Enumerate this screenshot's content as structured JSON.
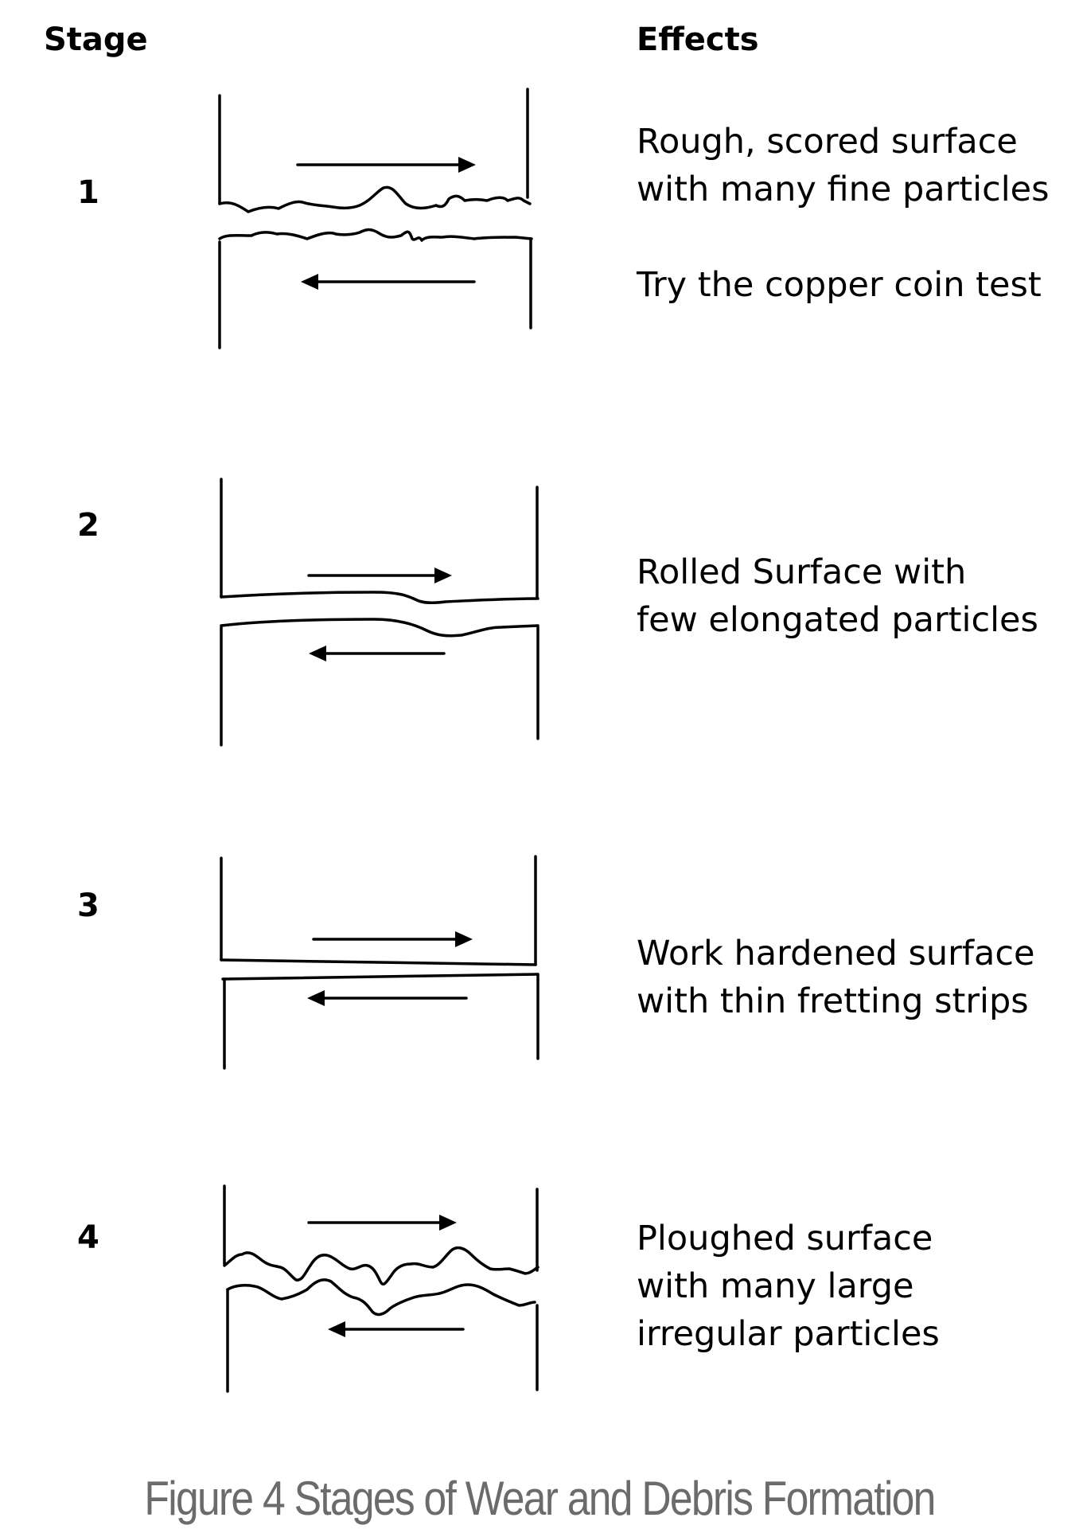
{
  "headers": {
    "stage": "Stage",
    "effects": "Effects"
  },
  "stages": [
    {
      "number": "1",
      "effect_lines": [
        "Rough, scored surface",
        "with many fine particles"
      ],
      "extra_lines": [
        "Try the copper coin test"
      ]
    },
    {
      "number": "2",
      "effect_lines": [
        "Rolled Surface with",
        "few elongated particles"
      ]
    },
    {
      "number": "3",
      "effect_lines": [
        "Work hardened surface",
        "with thin fretting strips"
      ]
    },
    {
      "number": "4",
      "effect_lines": [
        "Ploughed surface",
        "with many large",
        "irregular particles"
      ]
    }
  ],
  "caption": "Figure 4 Stages of Wear and Debris Formation"
}
